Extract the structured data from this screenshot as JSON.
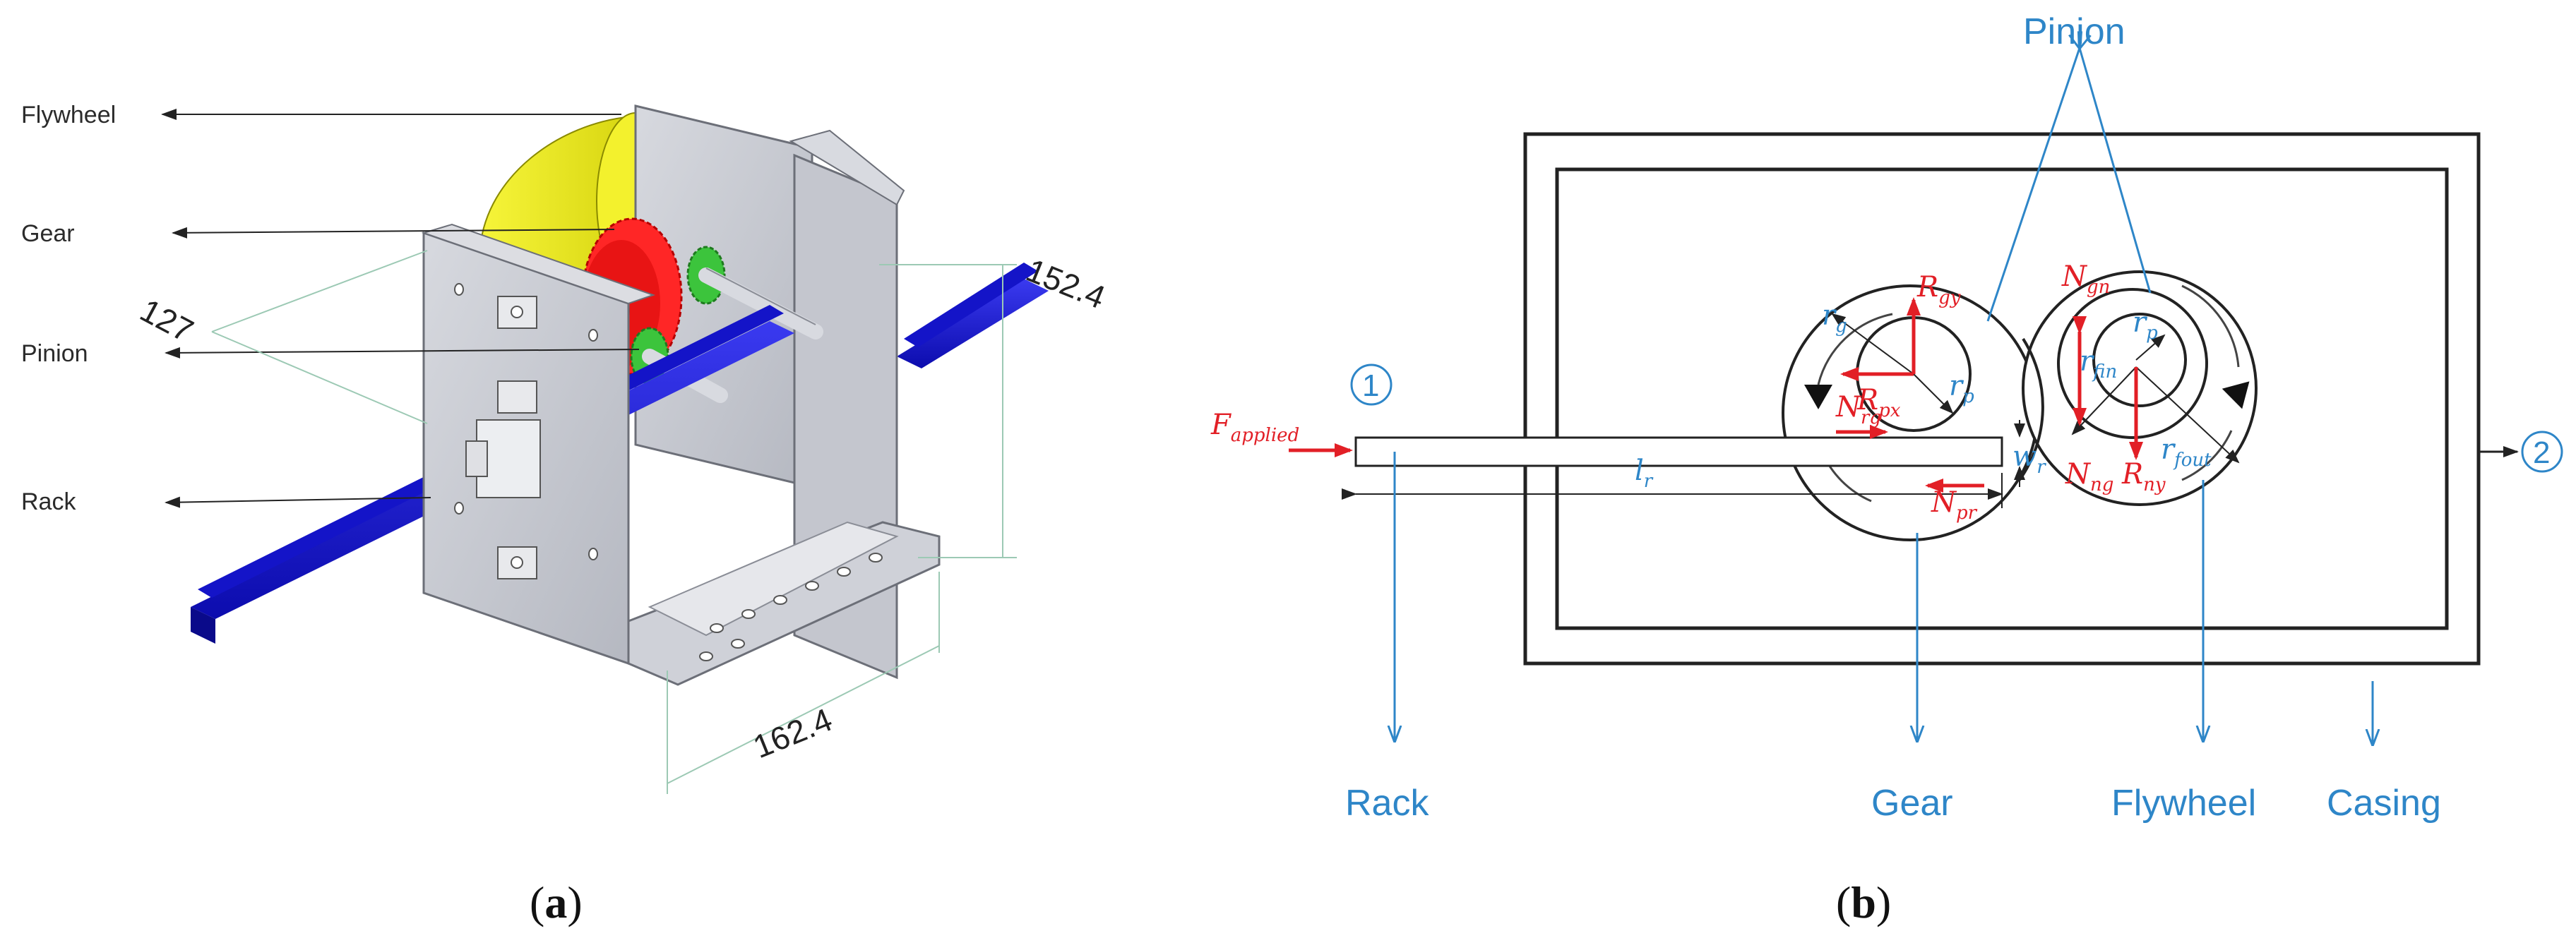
{
  "panel_a": {
    "labels": {
      "flywheel": "Flywheel",
      "gear": "Gear",
      "pinion": "Pinion",
      "rack": "Rack"
    },
    "dimensions": {
      "height": "152.4",
      "depth": "127",
      "width": "162.4"
    },
    "caption": {
      "open": "(",
      "letter": "a",
      "close": ")"
    }
  },
  "panel_b": {
    "pinion_label": "Pinion",
    "bottom_labels": {
      "rack": "Rack",
      "gear": "Gear",
      "flywheel": "Flywheel",
      "casing": "Casing"
    },
    "ports": {
      "in": "1",
      "out": "2"
    },
    "forces": {
      "F": {
        "main": "F",
        "sub": "applied"
      },
      "Rgy": {
        "main": "R",
        "sub": "gy"
      },
      "Rpx": {
        "main": "R",
        "sub": "px"
      },
      "Nrg": {
        "main": "N",
        "sub": "rg"
      },
      "Npr": {
        "main": "N",
        "sub": "pr"
      },
      "Ngn": {
        "main": "N",
        "sub": "gn"
      },
      "Nng": {
        "main": "N",
        "sub": "ng"
      },
      "Rny": {
        "main": "R",
        "sub": "ny"
      }
    },
    "dims": {
      "rg": {
        "main": "r",
        "sub": "g"
      },
      "rp1": {
        "main": "r",
        "sub": "p"
      },
      "rp2": {
        "main": "r",
        "sub": "p"
      },
      "rfin": {
        "main": "r",
        "sub": "fin"
      },
      "rfout": {
        "main": "r",
        "sub": "fout"
      },
      "lr": {
        "main": "l",
        "sub": "r"
      },
      "wr": {
        "main": "w",
        "sub": "r"
      }
    },
    "caption": {
      "open": "(",
      "letter": "b",
      "close": ")"
    }
  },
  "colors": {
    "rack": "#1a1ad6",
    "gear": "#ff2020",
    "flywheel": "#f2ee1c",
    "pinion": "#3cc43c",
    "plate": "#c9cbd3",
    "annot_blue": "#2e86c8",
    "force_red": "#e21f26"
  }
}
